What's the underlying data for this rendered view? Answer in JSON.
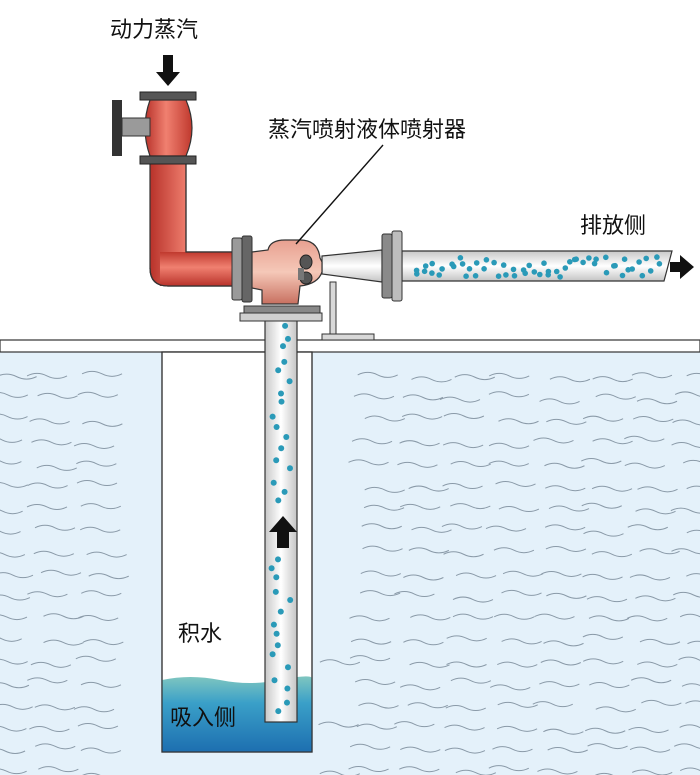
{
  "labels": {
    "motive_steam": "动力蒸汽",
    "ejector": "蒸汽喷射液体喷射器",
    "discharge": "排放侧",
    "water": "积水",
    "suction": "吸入侧"
  },
  "colors": {
    "ground_water": "#e4f1fa",
    "wave_line": "#8a9aa8",
    "pit_water": "#2a96c2",
    "steam_pipe": "#dc4a3e",
    "droplet": "#2a9ab8",
    "arrow": "#111111"
  },
  "icons": {
    "steam_flow": "arrow-down-icon",
    "discharge_flow": "arrow-right-icon",
    "suction_flow": "arrow-up-icon"
  }
}
